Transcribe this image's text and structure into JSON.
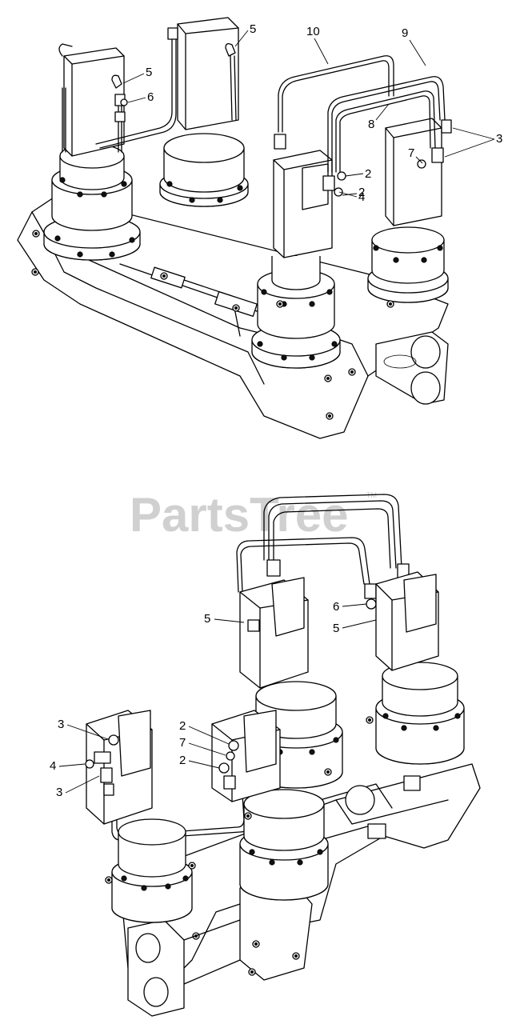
{
  "watermark": {
    "text": "PartsTree",
    "trademark": "TM"
  },
  "callouts_top": [
    "10",
    "9",
    "5",
    "5",
    "6",
    "8",
    "3",
    "7",
    "2",
    "4",
    "2"
  ],
  "callouts_bottom": [
    "5",
    "6",
    "5",
    "3",
    "4",
    "3",
    "2",
    "7",
    "2"
  ]
}
